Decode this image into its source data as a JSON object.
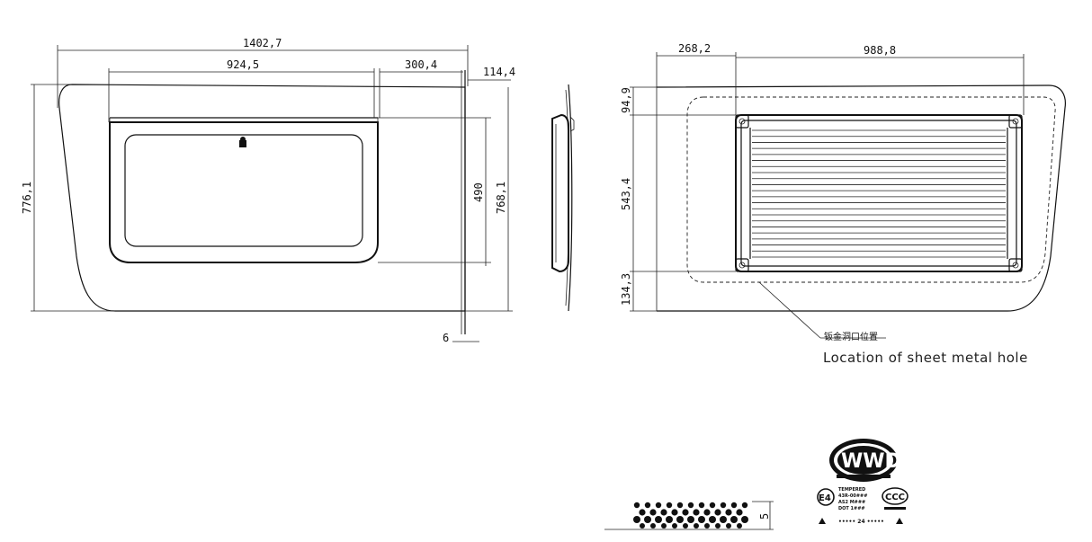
{
  "front_view": {
    "dim_overall_width": "1402,7",
    "dim_window_width": "924,5",
    "dim_right_offset": "300,4",
    "dim_top_offset": "114,4",
    "dim_overall_height": "776,1",
    "dim_window_height": "490",
    "dim_inner_height": "768,1",
    "dim_thickness": "6"
  },
  "rear_view": {
    "dim_left_offset": "268,2",
    "dim_cutout_width": "988,8",
    "dim_top_margin": "94,9",
    "dim_cutout_height": "543,4",
    "dim_bottom_margin": "134,3",
    "callout_cn": "钣金洞口位置",
    "callout_en": "Location of sheet metal hole"
  },
  "glass_mark": {
    "logo_text": "WWD",
    "e_mark": "E4",
    "ccc_mark": "CCC",
    "spec_lines": [
      "TEMPERED",
      "43R-00###",
      "AS2 M###",
      "DOT 1###"
    ],
    "date_row": "••••• 24 •••••",
    "dot_pattern_dim": "5"
  }
}
